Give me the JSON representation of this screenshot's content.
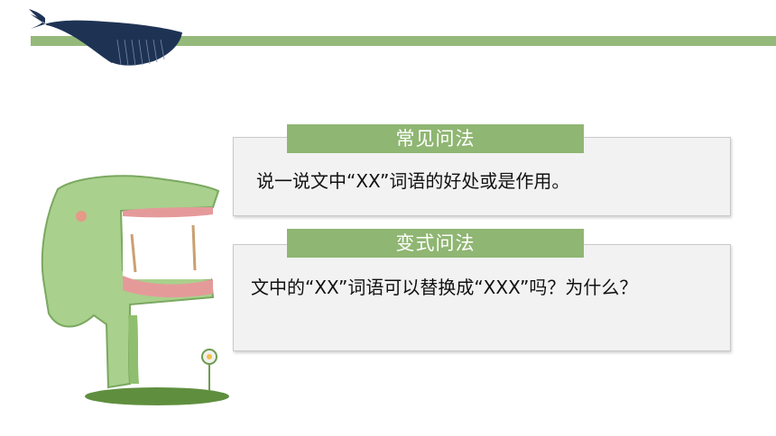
{
  "colors": {
    "accent": "#8fb672",
    "bar": "#95b97a",
    "card_bg": "#f2f2f2",
    "whale": "#1e3354",
    "croc": "#a9d08c"
  },
  "decor": {
    "whale": "whale-illustration",
    "crocodile": "crocodile-illustration"
  },
  "cards": [
    {
      "tag": "常见问法",
      "text": "说一说文中“XX”词语的好处或是作用。"
    },
    {
      "tag": "变式问法",
      "text": "文中的“XX”词语可以替换成“XXX”吗？为什么？"
    }
  ]
}
